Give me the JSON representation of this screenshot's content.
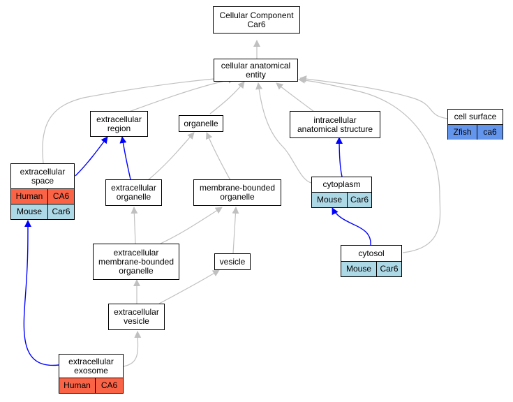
{
  "colors": {
    "human": "#fa6346",
    "mouse": "#add8e6",
    "zfish": "#6495ed",
    "edge_gray": "#c0c0c0",
    "edge_blue": "#0000ff"
  },
  "nodes": {
    "cellular_component": "Cellular Component\nCar6",
    "cellular_anatomical_entity": "cellular anatomical\nentity",
    "extracellular_region": "extracellular\nregion",
    "organelle": "organelle",
    "intracellular_anatomical_structure": "intracellular\nanatomical structure",
    "extracellular_organelle": "extracellular\norganelle",
    "membrane_bounded_organelle": "membrane-bounded\norganelle",
    "extracellular_membrane_bounded_organelle": "extracellular\nmembrane-bounded\norganelle",
    "vesicle": "vesicle",
    "extracellular_vesicle": "extracellular\nvesicle"
  },
  "cards": {
    "cell_surface": {
      "title": "cell surface",
      "rows": [
        {
          "species": "Zfish",
          "gene": "ca6"
        }
      ]
    },
    "extracellular_space": {
      "title": "extracellular\nspace",
      "rows": [
        {
          "species": "Human",
          "gene": "CA6"
        },
        {
          "species": "Mouse",
          "gene": "Car6"
        }
      ]
    },
    "cytoplasm": {
      "title": "cytoplasm",
      "rows": [
        {
          "species": "Mouse",
          "gene": "Car6"
        }
      ]
    },
    "cytosol": {
      "title": "cytosol",
      "rows": [
        {
          "species": "Mouse",
          "gene": "Car6"
        }
      ]
    },
    "extracellular_exosome": {
      "title": "extracellular\nexosome",
      "rows": [
        {
          "species": "Human",
          "gene": "CA6"
        }
      ]
    }
  }
}
